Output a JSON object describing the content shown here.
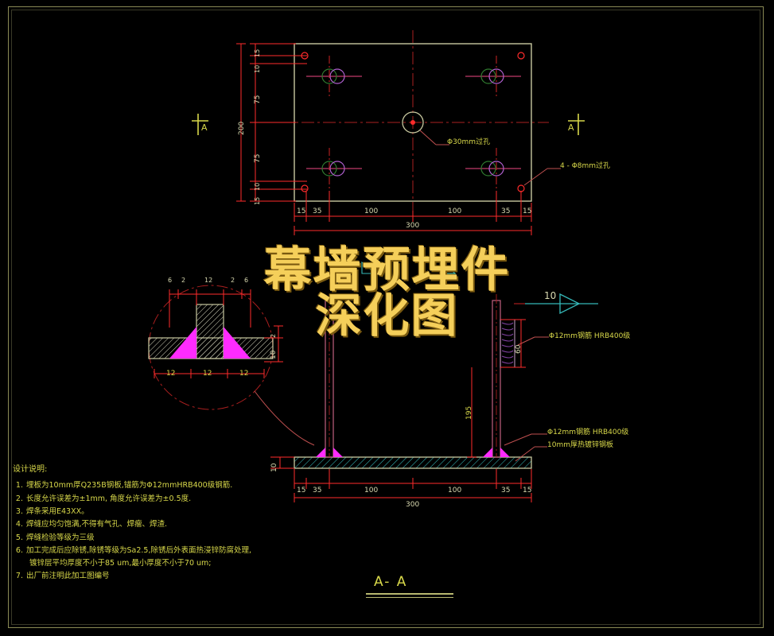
{
  "drawing": {
    "title_overlay_line1": "幕墙预埋件",
    "title_overlay_line2": "深化图",
    "section_title": "A- A",
    "section_mark_left": "A",
    "section_mark_right": "A"
  },
  "plan_view": {
    "overall_width": "300",
    "overall_height": "200",
    "horizontal_chain": [
      "15",
      "35",
      "100",
      "100",
      "35",
      "15"
    ],
    "vertical_chain": [
      "15",
      "10",
      "75",
      "75",
      "10",
      "15"
    ],
    "center_hole_label": "Φ30mm过孔",
    "corner_hole_label": "4 - Φ8mm过孔"
  },
  "section_view": {
    "rebar_length": "195",
    "hook_length": "60",
    "plate_thickness": "10",
    "horizontal_chain": [
      "15",
      "35",
      "100",
      "100",
      "35",
      "15"
    ],
    "overall_width": "300",
    "rebar_note_top": "Φ12mm钢筋  HRB400级",
    "rebar_note_bottom": "Φ12mm钢筋  HRB400级",
    "plate_note": "10mm厚热镀锌钢板",
    "weld_symbol_size": "10"
  },
  "weld_detail": {
    "top_chain": [
      "6",
      "2",
      "12",
      "2",
      "6"
    ],
    "bottom_chain": [
      "12",
      "12",
      "12"
    ],
    "right_dim_a": "2",
    "right_dim_b": "10"
  },
  "notes": {
    "heading": "设计说明:",
    "items": [
      {
        "num": "1.",
        "text": "埋板为10mm厚Q235B钢板,锚筋为Φ12mmHRB400级钢筋."
      },
      {
        "num": "2.",
        "text": "长度允许误差为±1mm,  角度允许误差为±0.5度."
      },
      {
        "num": "3.",
        "text": "焊条采用E43XX。"
      },
      {
        "num": "4.",
        "text": "焊缝应均匀饱满,不得有气孔、焊瘤、焊渣."
      },
      {
        "num": "5.",
        "text": "焊缝检验等级为三级"
      },
      {
        "num": "6.",
        "text": "加工完成后应除锈,除锈等级为Sa2.5,除锈后外表面热浸锌防腐处理,"
      },
      {
        "num": "7.",
        "text": "出厂前注明此加工图编号"
      }
    ],
    "item6_continuation": "镀锌层平均厚度不小于85 um,最小厚度不小于70 um;"
  },
  "colors": {
    "background": "#000000",
    "plate_outline": "#c9c9a0",
    "dimension_red": "#ff2b2b",
    "annotation_yellow": "#d8d84a",
    "weld_magenta": "#ff2bff",
    "rebar_violet": "#b060d0",
    "weld_symbol_cyan": "#35b8b8",
    "overlay_gold": "#f5cf5a"
  }
}
